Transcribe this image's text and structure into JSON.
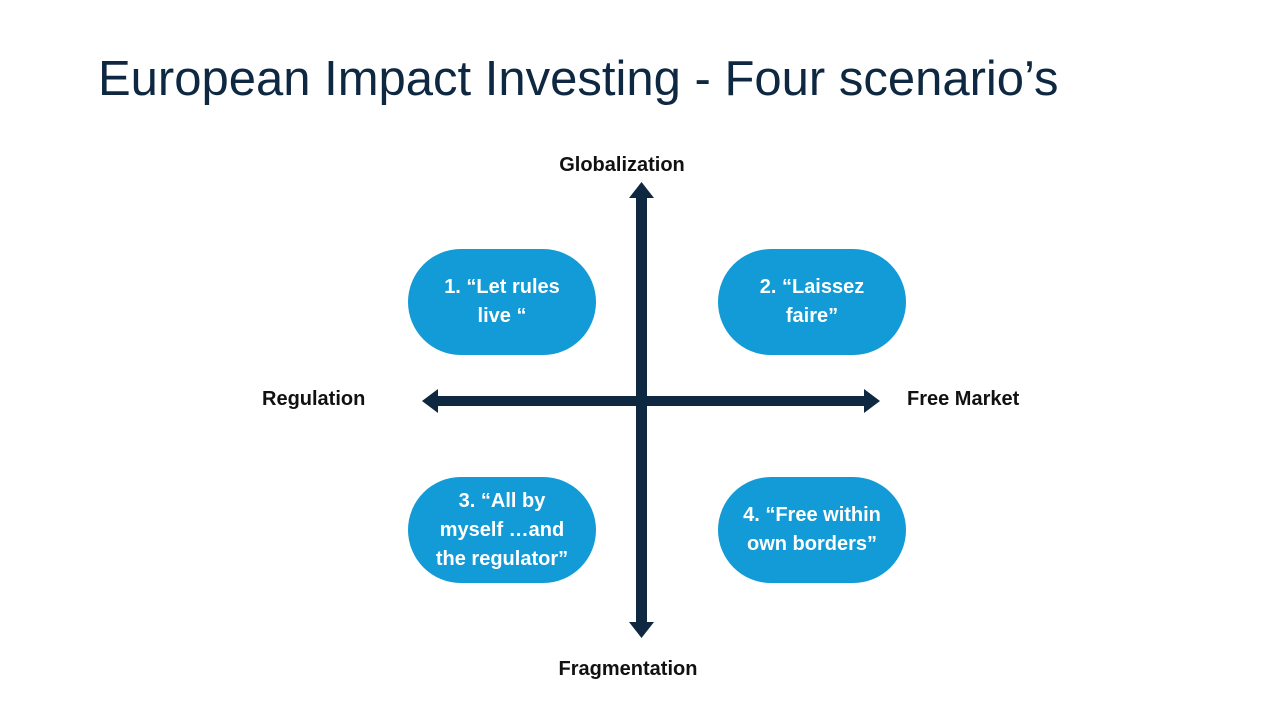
{
  "title": "European Impact Investing - Four scenario’s",
  "axes": {
    "top": "Globalization",
    "bottom": "Fragmentation",
    "left": "Regulation",
    "right": "Free Market"
  },
  "scenarios": [
    {
      "label": "1. “Let rules\nlive “"
    },
    {
      "label": "2. “Laissez\nfaire”"
    },
    {
      "label": "3. “All by\nmyself …and\nthe regulator”"
    },
    {
      "label": "4. “Free within\nown borders”"
    }
  ],
  "colors": {
    "title": "#0e2841",
    "axis": "#0e2841",
    "scenario_fill": "#129bd6",
    "scenario_text": "#ffffff"
  }
}
